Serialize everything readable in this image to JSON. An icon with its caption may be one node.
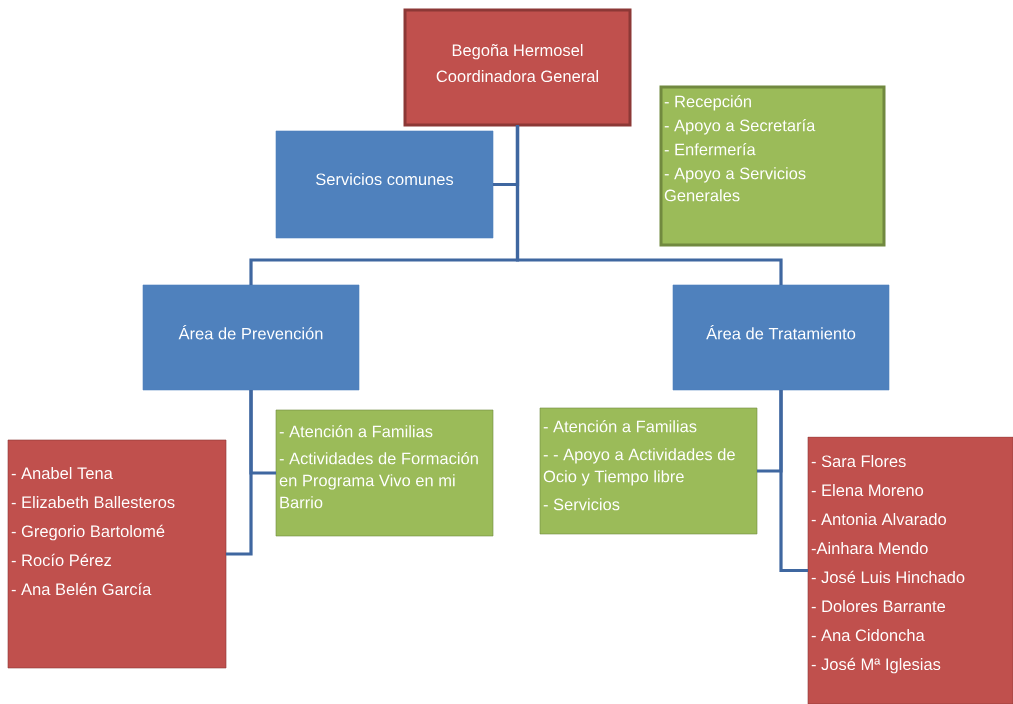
{
  "diagram": {
    "nodes": [
      {
        "text": [
          "Begoña Hermosel",
          "Coordinadora General"
        ]
      },
      {
        "text": [
          "Servicios comunes"
        ]
      },
      {
        "text": [
          "- Recepción",
          "- Apoyo a Secretaría",
          "- Enfermería",
          "- Apoyo a Servicios Generales"
        ]
      },
      {
        "text": [
          "Área de Prevención"
        ]
      },
      {
        "text": [
          "Área de Tratamiento"
        ]
      },
      {
        "text": [
          "- Anabel Tena",
          "- Elizabeth Ballesteros",
          "- Gregorio Bartolomé",
          "-  Rocío Pérez",
          "- Ana Belén García"
        ]
      },
      {
        "text": [
          "- Atención a Familias",
          "- Actividades de Formación en Programa Vivo en mi Barrio"
        ]
      },
      {
        "text": [
          "- Atención a Familias",
          "- - Apoyo a Actividades de Ocio y Tiempo libre",
          "- Servicios"
        ]
      },
      {
        "text": [
          "- Sara Flores",
          "- Elena  Moreno",
          "- Antonia Alvarado",
          "-Ainhara Mendo",
          "- José Luis Hinchado",
          "- Dolores Barrante",
          "- Ana Cidoncha",
          "- José Mª Iglesias"
        ]
      }
    ],
    "edges": [
      {
        "from": 0,
        "to": 1,
        "arrow": "none"
      },
      {
        "from": 0,
        "to": 3,
        "arrow": "none"
      },
      {
        "from": 0,
        "to": 4,
        "arrow": "none"
      },
      {
        "from": 3,
        "to": 6,
        "arrow": "none"
      },
      {
        "from": 3,
        "to": 5,
        "arrow": "none"
      },
      {
        "from": 4,
        "to": 7,
        "arrow": "none"
      },
      {
        "from": 4,
        "to": 8,
        "arrow": "none"
      }
    ]
  }
}
